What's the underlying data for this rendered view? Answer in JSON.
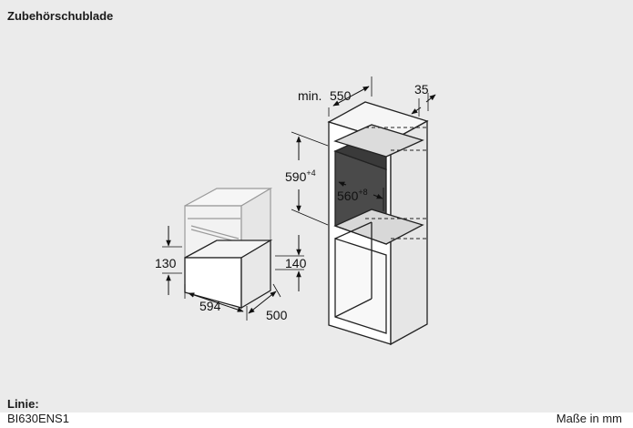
{
  "header": {
    "title": "Zubehörschublade"
  },
  "footer": {
    "linie_label": "Linie:",
    "model": "BI630ENS1",
    "units": "Maße in mm"
  },
  "dimensions": {
    "min_label": "min.",
    "depth_cabinet": "550",
    "panel_offset": "35",
    "niche_height": "590",
    "niche_height_tol": "+4",
    "niche_width": "560",
    "niche_width_tol": "+8",
    "drawer_height_left": "130",
    "drawer_height_right": "140",
    "drawer_width": "594",
    "drawer_depth": "500"
  }
}
